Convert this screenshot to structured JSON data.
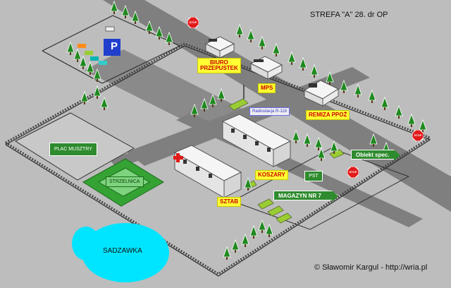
{
  "title": "STREFA \"A\" 28. dr OP",
  "copyright": "© Sławomir Kargul - http://wria.pl",
  "labels": {
    "biuro": "BIURO\nPRZEPUSTEK",
    "mps": "MPS",
    "radiostacja": "Radiostacja R-118",
    "remiza": "REMIZA PPOŻ",
    "koszary": "KOSZARY",
    "sztab": "SZTAB",
    "pst": "PST",
    "plac": "PLAC MUSZTRY",
    "strzelnica": "STRZELNICA",
    "sadzawka": "SADZAWKA",
    "parking": "P"
  },
  "arrows": {
    "obiekt": "Obiekt spec.",
    "magazyn": "MAGAZYN NR 7"
  },
  "stop_signs": [
    "STOP",
    "STOP",
    "STOP"
  ],
  "icons": {
    "tree": "conifer-tree-icon",
    "stop": "stop-sign-icon",
    "medical": "red-cross-icon",
    "vehicle": "military-truck-icon"
  },
  "colors": {
    "ground": "#bdbdbd",
    "road": "#7f7f7f",
    "fence": "#2d2d2d",
    "tree": "#1f8a1f",
    "label": "#ffff33",
    "label_text": "#cc0000",
    "sign_green": "#2e8b2e",
    "water": "#00e5ff",
    "stop": "#e21b1b"
  }
}
